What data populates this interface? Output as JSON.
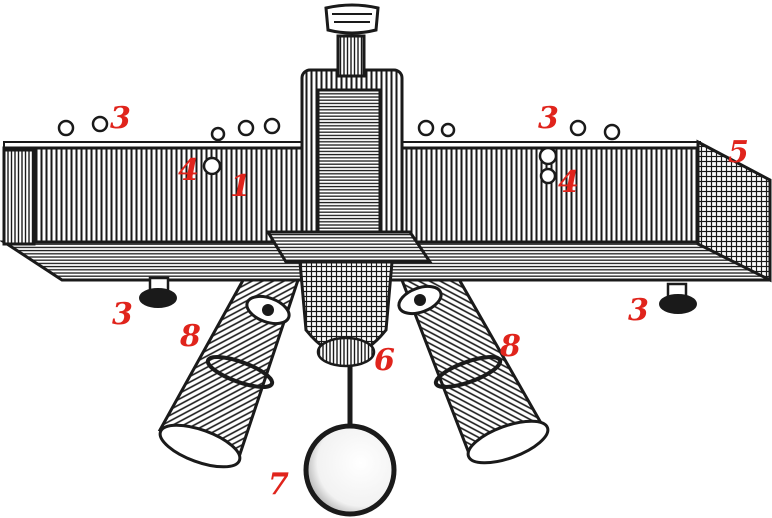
{
  "colors": {
    "ink": "#1a1a1a",
    "paper": "#ffffff",
    "label": "#e0241c"
  },
  "labels": {
    "n1": "1",
    "n3a": "3",
    "n3b": "3",
    "n3c": "3",
    "n3d": "3",
    "n4a": "4",
    "n4b": "4",
    "n5": "5",
    "n6": "6",
    "n7": "7",
    "n8a": "8",
    "n8b": "8"
  }
}
